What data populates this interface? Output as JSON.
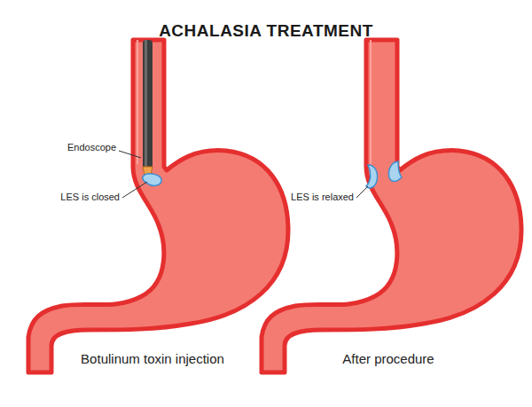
{
  "diagram": {
    "title": "ACHALASIA TREATMENT",
    "labels": [
      "Endoscope",
      "LES is closed",
      "LES is relaxed",
      "Botulinum toxin injection",
      "After procedure"
    ]
  }
}
